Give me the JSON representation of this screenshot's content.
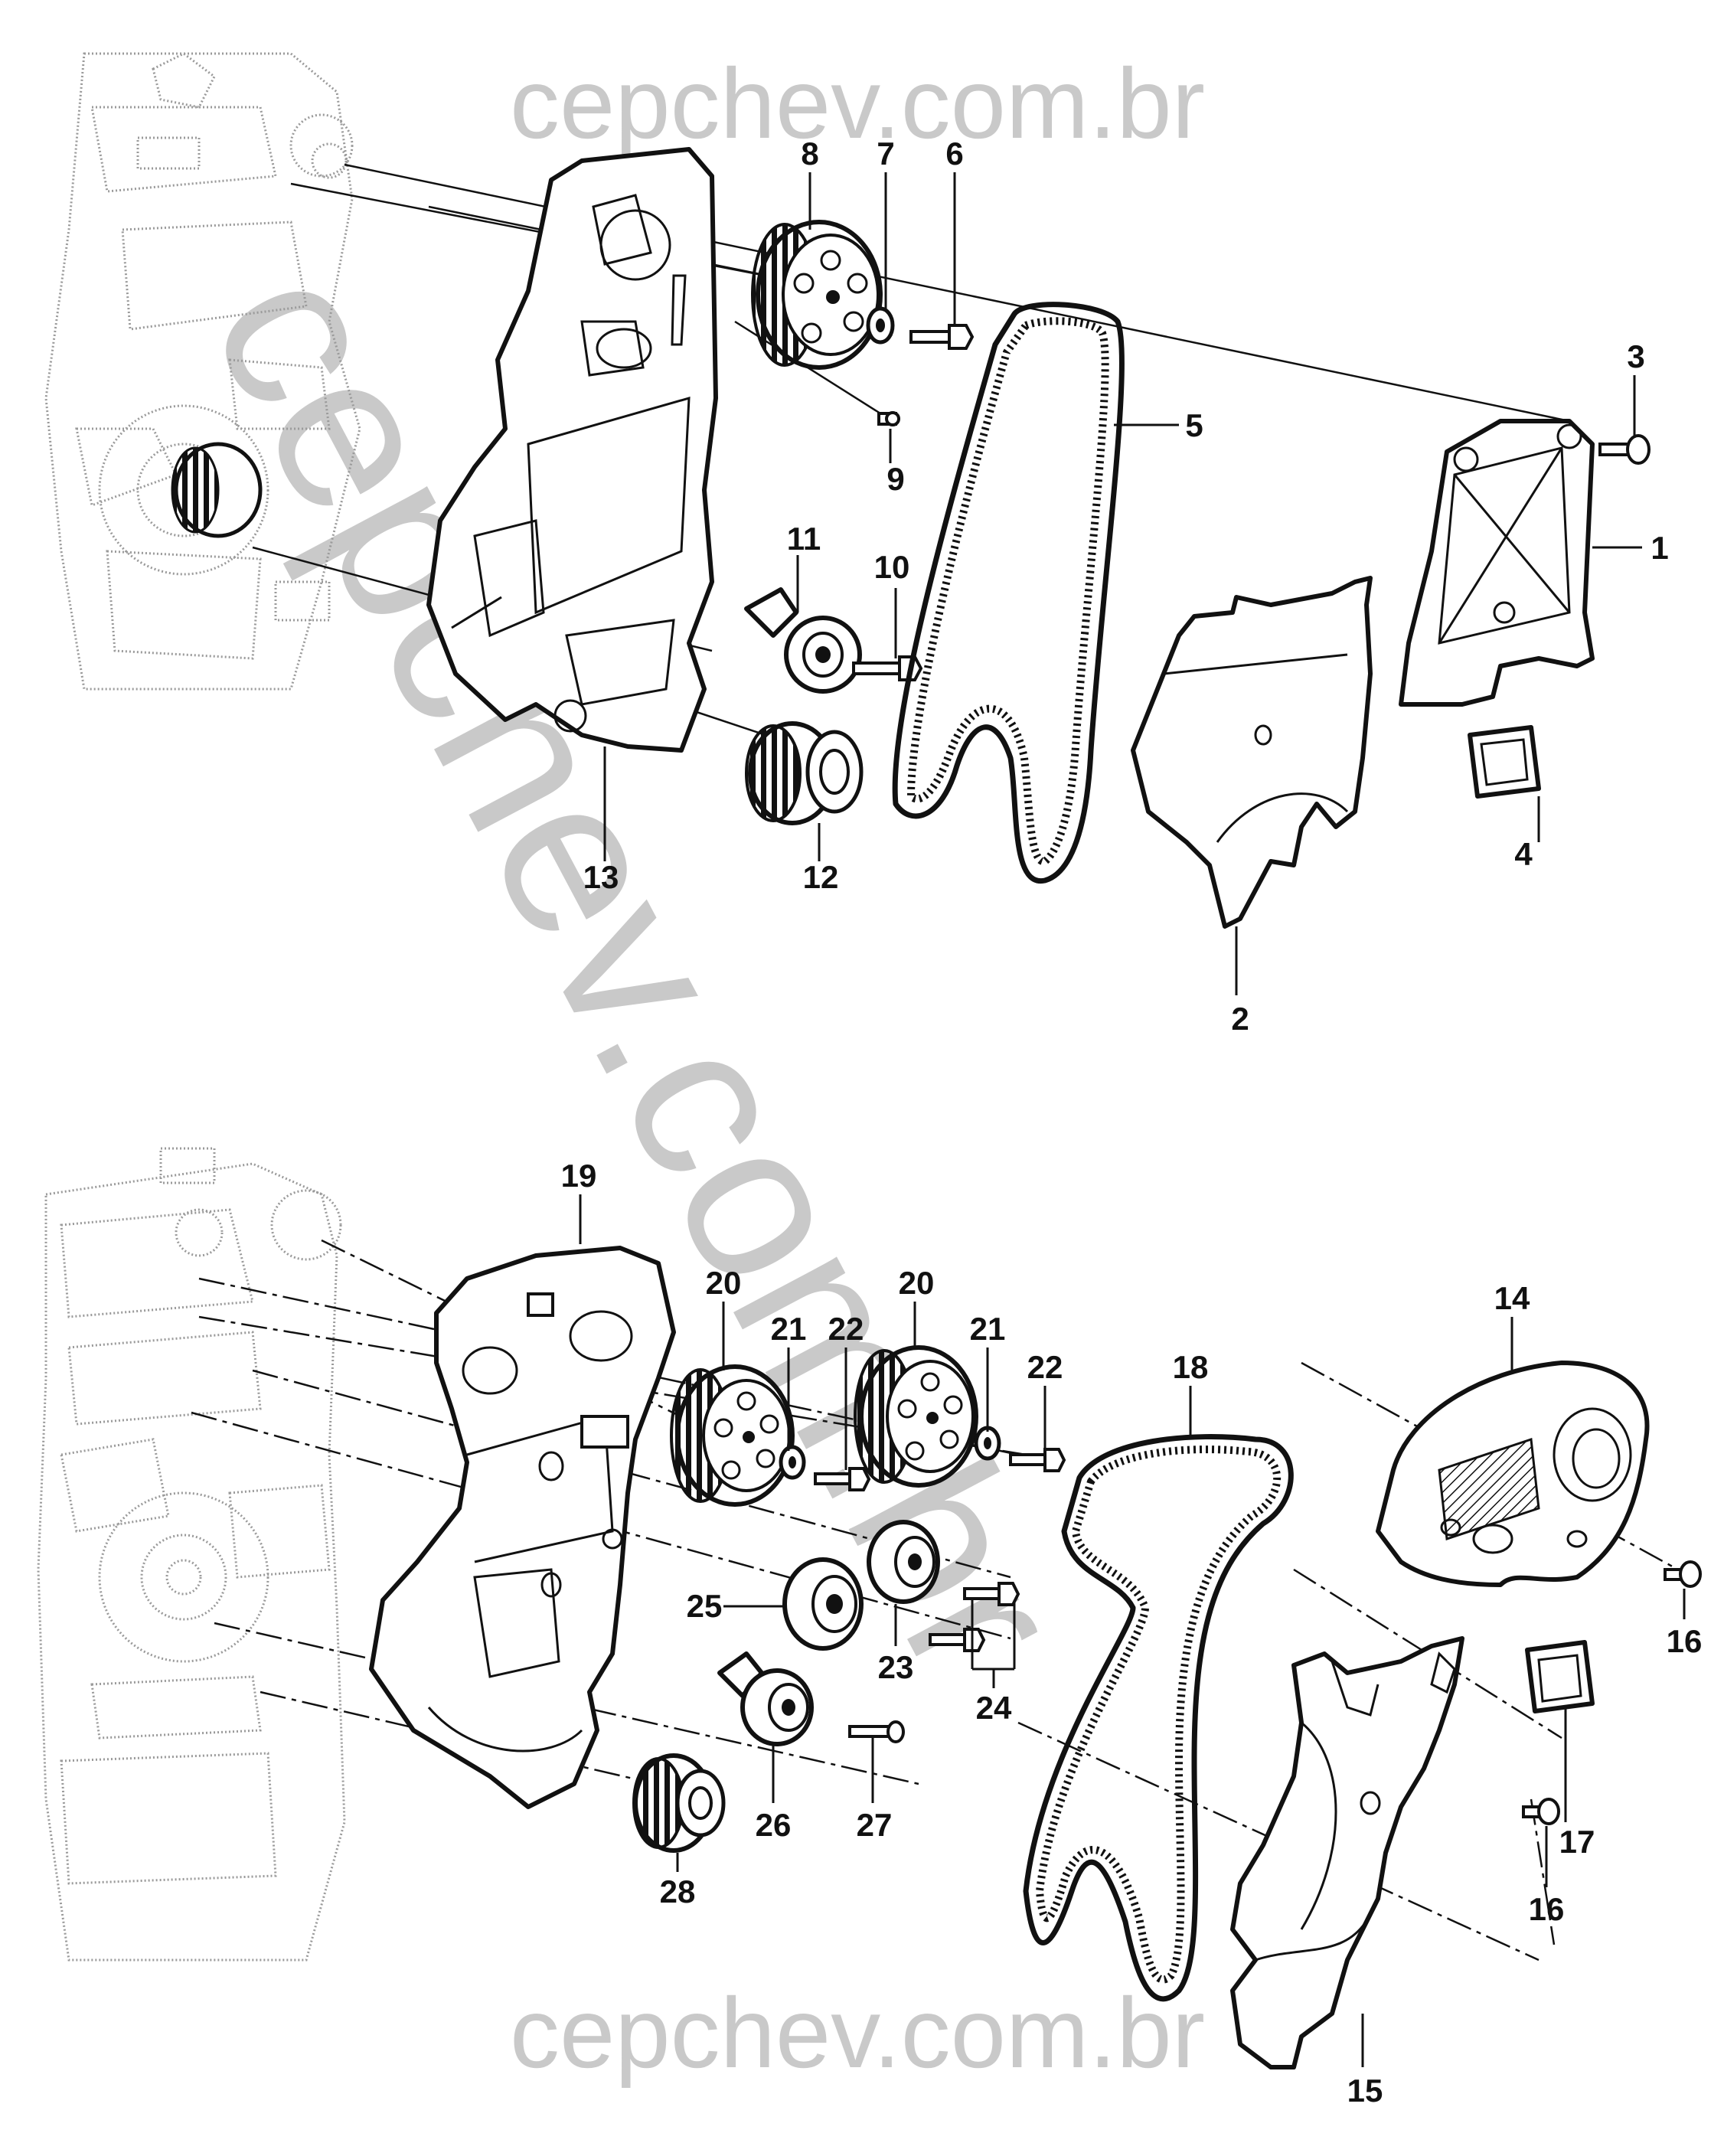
{
  "watermark": {
    "text_top": "cepchev.com.br",
    "text_bottom": "cepchev.com.br",
    "text_diagonal": "cepchev.com.br",
    "color": "#c9c9c9"
  },
  "colors": {
    "line": "#111111",
    "engine_ghost": "#9a9a9a",
    "background": "#ffffff"
  },
  "callouts": {
    "c1": "1",
    "c2": "2",
    "c3": "3",
    "c4": "4",
    "c5": "5",
    "c6": "6",
    "c7": "7",
    "c8": "8",
    "c9": "9",
    "c10": "10",
    "c11": "11",
    "c12": "12",
    "c13": "13",
    "c14": "14",
    "c15": "15",
    "c16a": "16",
    "c16b": "16",
    "c17": "17",
    "c18": "18",
    "c19": "19",
    "c20a": "20",
    "c20b": "20",
    "c21a": "21",
    "c21b": "21",
    "c22a": "22",
    "c22b": "22",
    "c23": "23",
    "c24": "24",
    "c25": "25",
    "c26": "26",
    "c27": "27",
    "c28": "28"
  }
}
